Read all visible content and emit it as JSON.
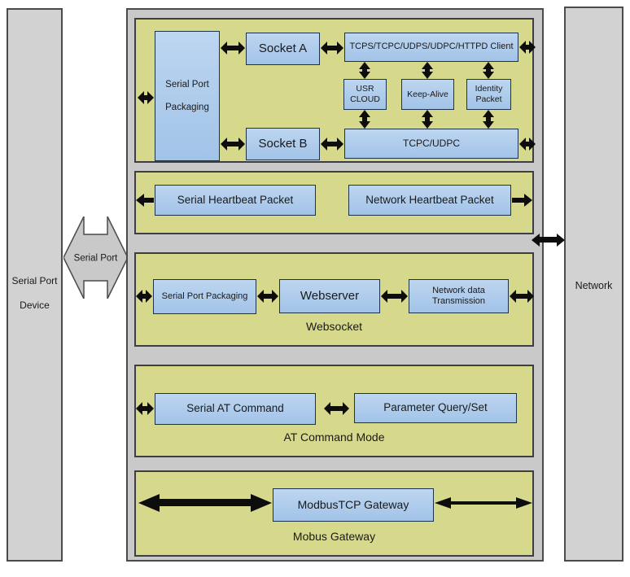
{
  "colors": {
    "background": "#ffffff",
    "panel_gray": "#d2d2d2",
    "container_gray": "#c9c9c9",
    "section_olive": "#d6d98c",
    "box_blue_light": "#bdd6f0",
    "box_blue": "#a2c3e8",
    "box_border": "#1d3349",
    "outline": "#4b4b4b",
    "arrow": "#0d0d0d",
    "text": "#1a1a1a"
  },
  "left_panel": {
    "lines": [
      "Serial Port",
      "Device"
    ]
  },
  "right_panel": {
    "label": "Network"
  },
  "serial_port_connector": {
    "label": "Serial Port"
  },
  "sections": {
    "socket": {
      "serial_port_packaging": {
        "lines": [
          "Serial Port",
          "Packaging"
        ]
      },
      "socket_a": "Socket A",
      "tcp_client": "TCPS/TCPC/UDPS/UDPC/HTTPD Client",
      "usr_cloud": {
        "lines": [
          "USR",
          "CLOUD"
        ]
      },
      "keep_alive": "Keep-Alive",
      "identity_packet": {
        "lines": [
          "Identity",
          "Packet"
        ]
      },
      "socket_b": "Socket B",
      "tcpc_udpc": "TCPC/UDPC"
    },
    "heartbeat": {
      "serial_heartbeat": "Serial Heartbeat Packet",
      "network_heartbeat": "Network Heartbeat Packet"
    },
    "websocket": {
      "serial_port_packaging": "Serial Port Packaging",
      "webserver": "Webserver",
      "network_data": {
        "lines": [
          "Network data",
          "Transmission"
        ]
      },
      "label": "Websocket"
    },
    "at_command": {
      "serial_at_command": "Serial AT Command",
      "parameter_query": "Parameter Query/Set",
      "label": "AT Command Mode"
    },
    "modbus": {
      "modbus_tcp_gateway": "ModbusTCP Gateway",
      "label": "Mobus Gateway"
    }
  }
}
